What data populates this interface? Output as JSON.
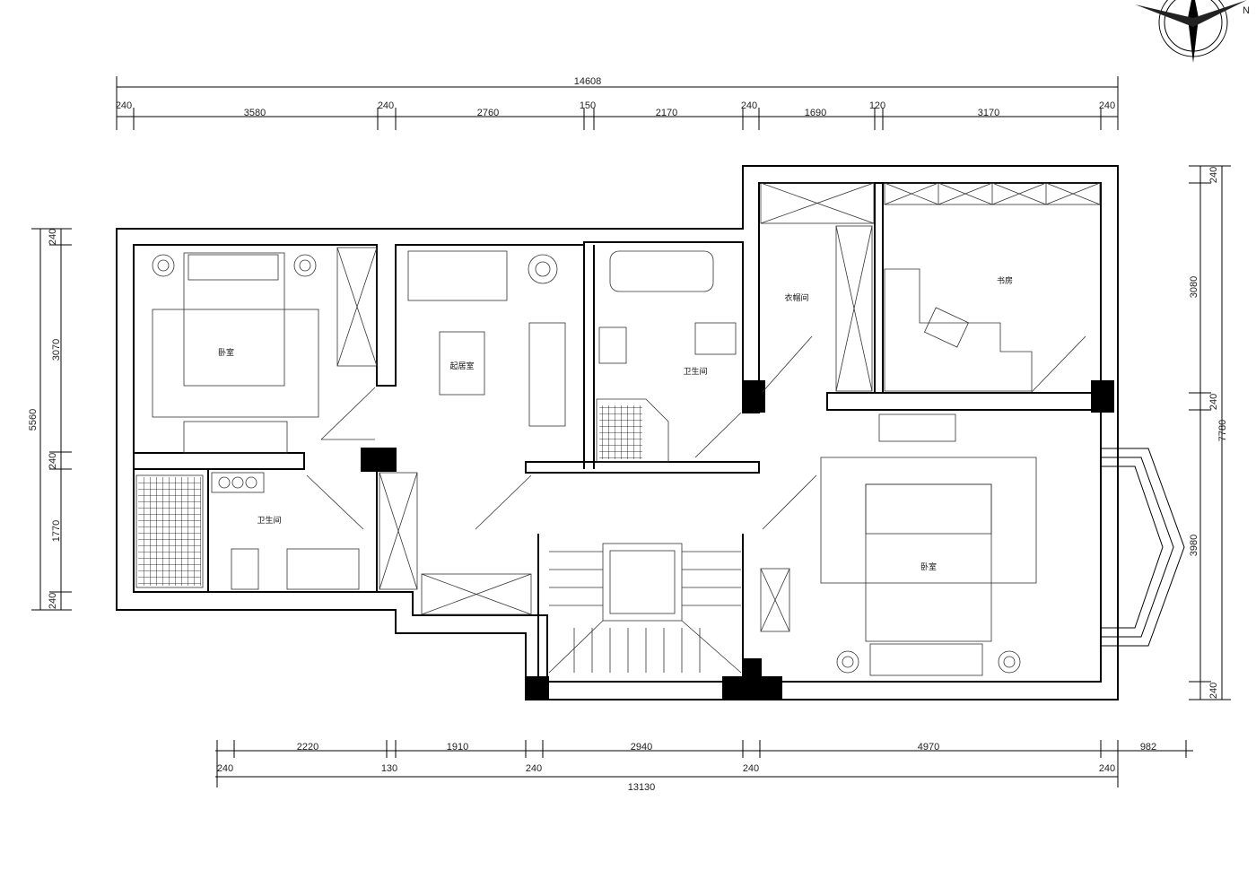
{
  "compass": {
    "label": "N"
  },
  "top_dims": {
    "total": "14608",
    "segments": [
      "240",
      "3580",
      "240",
      "2760",
      "150",
      "2170",
      "240",
      "1690",
      "120",
      "3170",
      "240"
    ]
  },
  "bottom_dims": {
    "segments": [
      "2220",
      "1910",
      "2940",
      "4970",
      "982"
    ],
    "walls": [
      "240",
      "130",
      "240",
      "240",
      "240"
    ],
    "total": "13130"
  },
  "left_dims": {
    "segments": [
      "240",
      "3070",
      "240",
      "1770",
      "240"
    ],
    "total": "5560"
  },
  "right_dims": {
    "segments": [
      "240",
      "3080",
      "240",
      "3980",
      "240"
    ],
    "total": "7780"
  },
  "rooms": {
    "bedroom_west": "卧室",
    "living": "起居室",
    "bath_center": "卫生间",
    "bath_west": "卫生间",
    "closet": "衣帽间",
    "study": "书房",
    "bedroom_east": "卧室"
  }
}
